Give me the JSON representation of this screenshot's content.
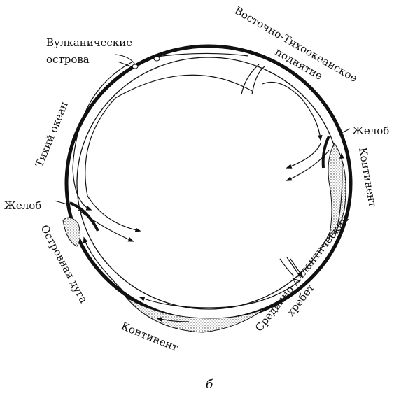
{
  "labels": {
    "volcanic_islands_1": "Вулканические",
    "volcanic_islands_2": "острова",
    "east_pacific_rise_1": "Восточно-Тихоокеанское",
    "east_pacific_rise_2": "поднятие",
    "trench_right": "Желоб",
    "continent_right": "Континент",
    "mid_atlantic_ridge_1": "Срединно-Атлантический",
    "mid_atlantic_ridge_2": "хребет",
    "continent_bottom": "Континент",
    "island_arc": "Островная дуга",
    "trench_left": "Желоб",
    "pacific_ocean": "Тихий океан"
  },
  "caption": "б"
}
